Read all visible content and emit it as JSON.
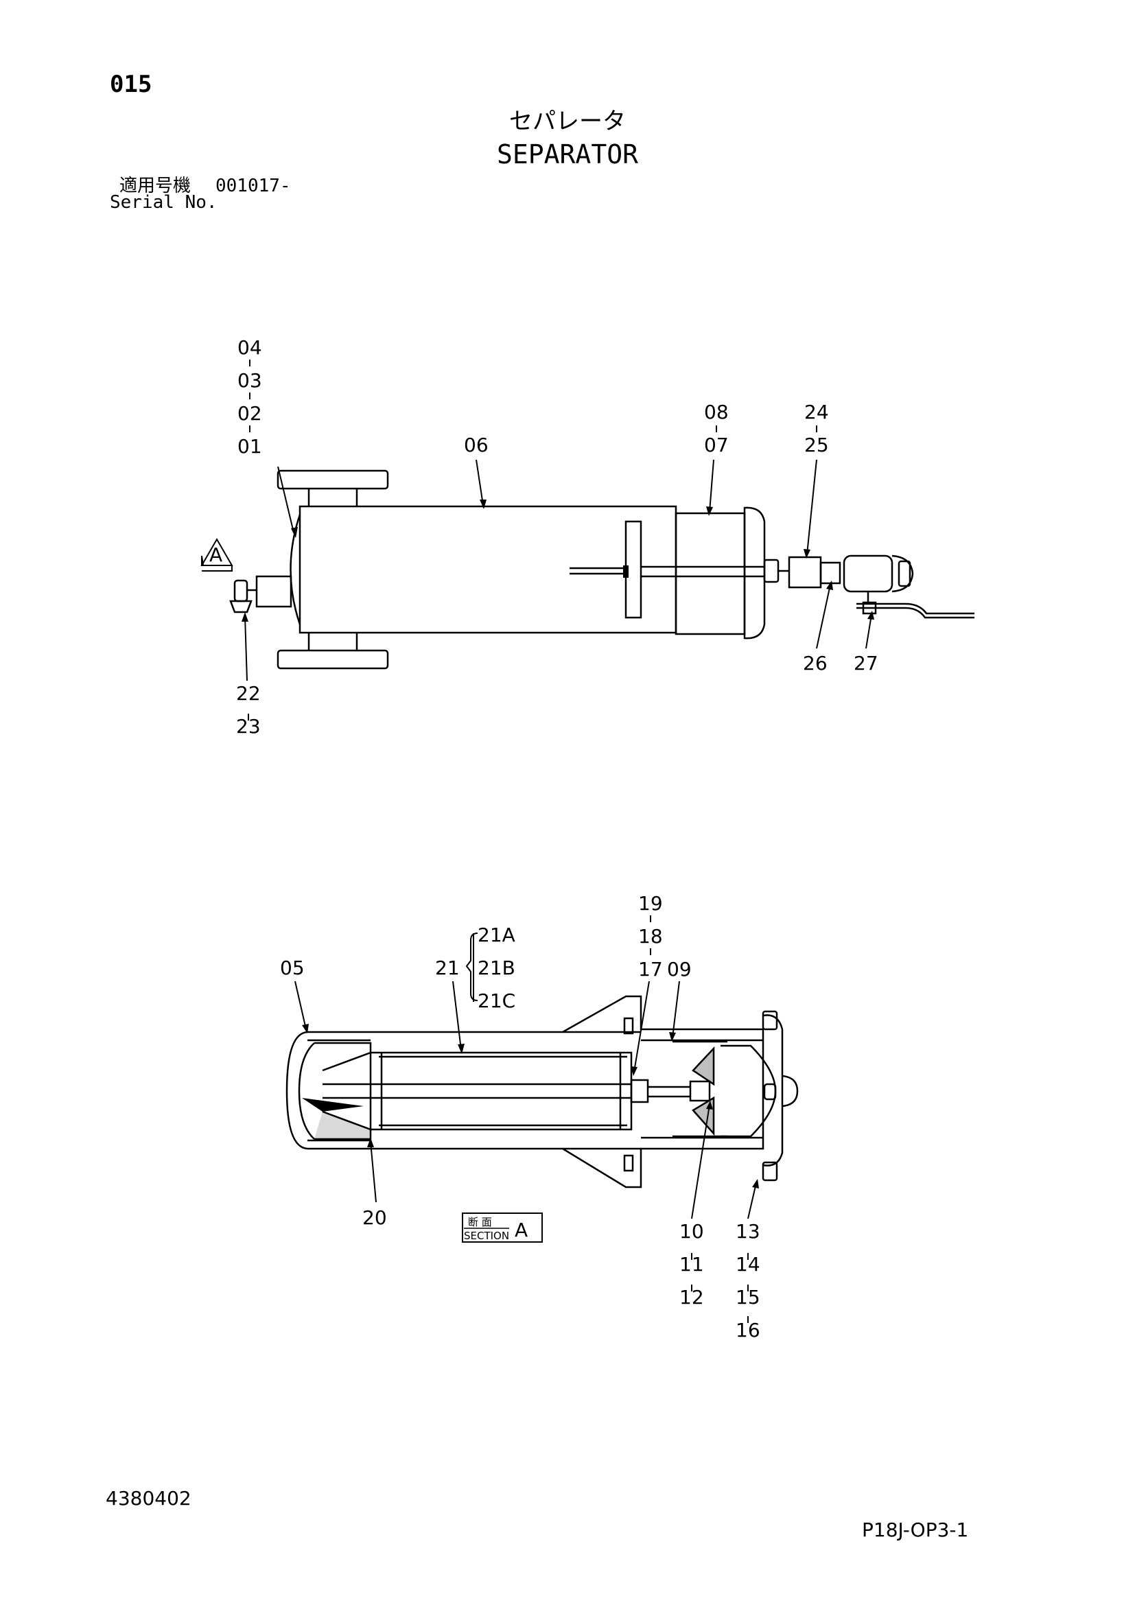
{
  "header": {
    "page_code": "015",
    "title_ja": "セパレータ",
    "title_en": "SEPARATOR",
    "serial_label_ja": "適用号機",
    "serial_number": "001017-",
    "serial_label_en": "Serial No."
  },
  "footer": {
    "doc_number": "4380402",
    "sheet_code": "P18J-OP3-1"
  },
  "view_marker": {
    "letter": "A"
  },
  "section_box": {
    "ja": "断 面",
    "en": "SECTION",
    "letter": "A"
  },
  "top_view_labels": {
    "l04": "04",
    "l03": "03",
    "l02": "02",
    "l01": "01",
    "l06": "06",
    "l08": "08",
    "l07": "07",
    "l24": "24",
    "l25": "25",
    "l22": "22",
    "l23": "23",
    "l26": "26",
    "l27": "27"
  },
  "section_view_labels": {
    "l19": "19",
    "l18": "18",
    "l17": "17",
    "l09": "09",
    "l21A": "21A",
    "l21": "21",
    "l21B": "21B",
    "l21C": "21C",
    "l05": "05",
    "l20": "20",
    "l10": "10",
    "l11": "11",
    "l12": "12",
    "l13": "13",
    "l14": "14",
    "l15": "15",
    "l16": "16"
  }
}
